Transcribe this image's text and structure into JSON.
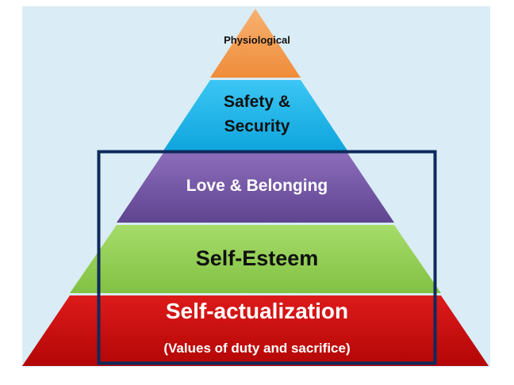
{
  "pyramid": {
    "levels": [
      {
        "id": "physiological",
        "label": "Physiological",
        "color": "#f59c4f",
        "text_color": "#111111"
      },
      {
        "id": "safety",
        "label_line1": "Safety &",
        "label_line2": "Security",
        "color": "#1cb6ec",
        "text_color": "#111111"
      },
      {
        "id": "love",
        "label": "Love & Belonging",
        "color": "#7a5ba8",
        "text_color": "#ffffff"
      },
      {
        "id": "esteem",
        "label": "Self-Esteem",
        "color": "#92cf52",
        "text_color": "#111111"
      },
      {
        "id": "actualization",
        "label": "Self-actualization",
        "sublabel": "(Values of duty and sacrifice)",
        "color": "#c70b0c",
        "text_color": "#ffffff"
      }
    ],
    "highlight_box_color": "#0d2a5c"
  }
}
